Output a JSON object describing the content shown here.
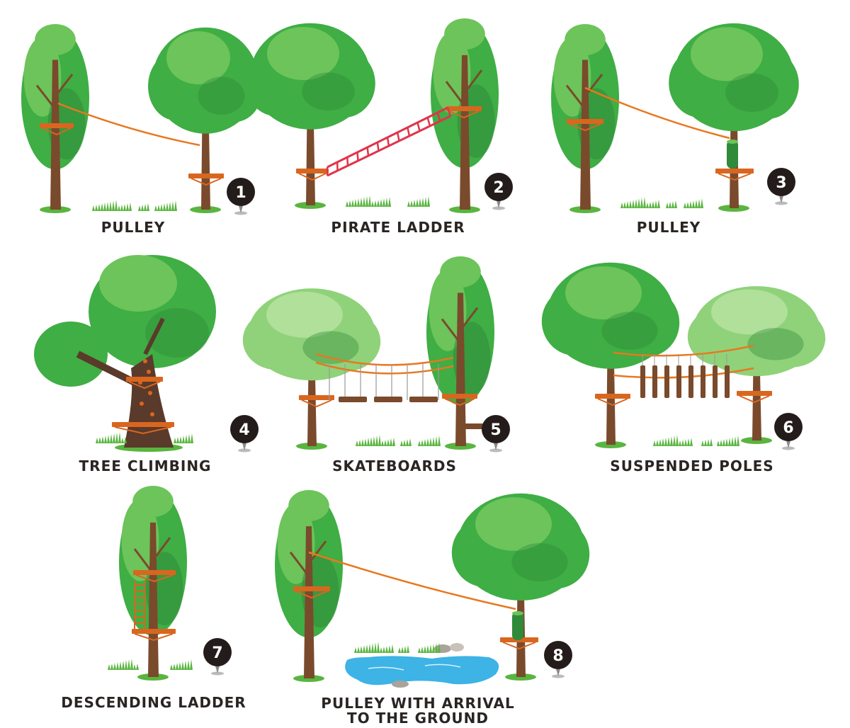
{
  "colors": {
    "leaf_dark": "#2f8a3a",
    "leaf_mid": "#3fae44",
    "leaf_light": "#6cc45a",
    "leaf_pale": "#8fd27a",
    "trunk": "#7a4a2c",
    "trunk_dark": "#5a3a2a",
    "platform": "#d9661f",
    "cable": "#e8781f",
    "ladder_red": "#e0344a",
    "grass": "#59b53f",
    "water": "#3db3e6",
    "marker": "#241c1a",
    "label": "#2a2523",
    "cylinder": "#2f8a3a"
  },
  "stations": [
    {
      "number": "1",
      "label": "PULLEY"
    },
    {
      "number": "2",
      "label": "PIRATE LADDER"
    },
    {
      "number": "3",
      "label": "PULLEY"
    },
    {
      "number": "4",
      "label": "TREE CLIMBING"
    },
    {
      "number": "5",
      "label": "SKATEBOARDS"
    },
    {
      "number": "6",
      "label": "SUSPENDED POLES"
    },
    {
      "number": "7",
      "label": "DESCENDING LADDER"
    },
    {
      "number": "8",
      "label_line1": "PULLEY WITH ARRIVAL",
      "label_line2": "TO THE GROUND"
    }
  ],
  "icons": {
    "marker": "map-pin-icon",
    "grass": "grass-tuft-icon",
    "rock": "rock-icon"
  }
}
